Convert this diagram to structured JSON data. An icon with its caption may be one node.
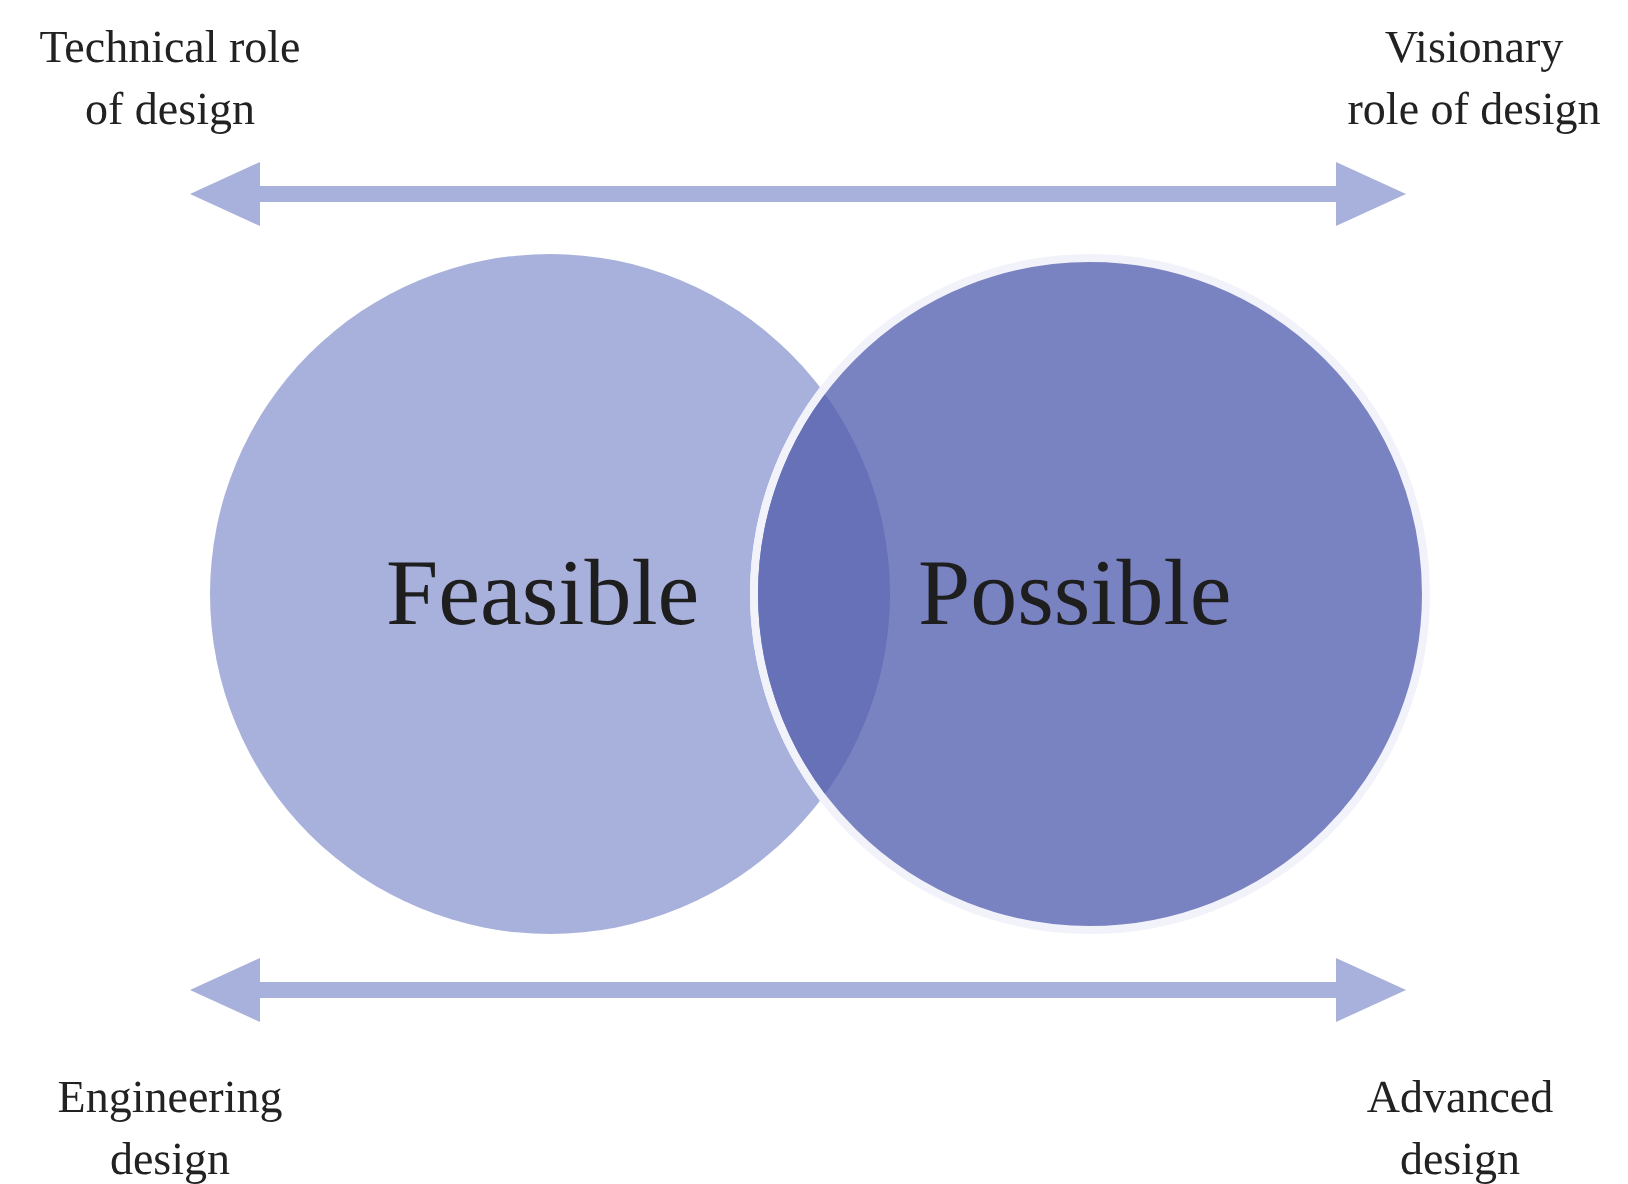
{
  "diagram": {
    "nodes": [
      {
        "text": [
          "Feasible"
        ]
      },
      {
        "text": [
          "Possible"
        ]
      }
    ],
    "labels": [
      "Technical role of design",
      "Visionary role of design",
      "Engineering design",
      "Advanced design"
    ]
  }
}
